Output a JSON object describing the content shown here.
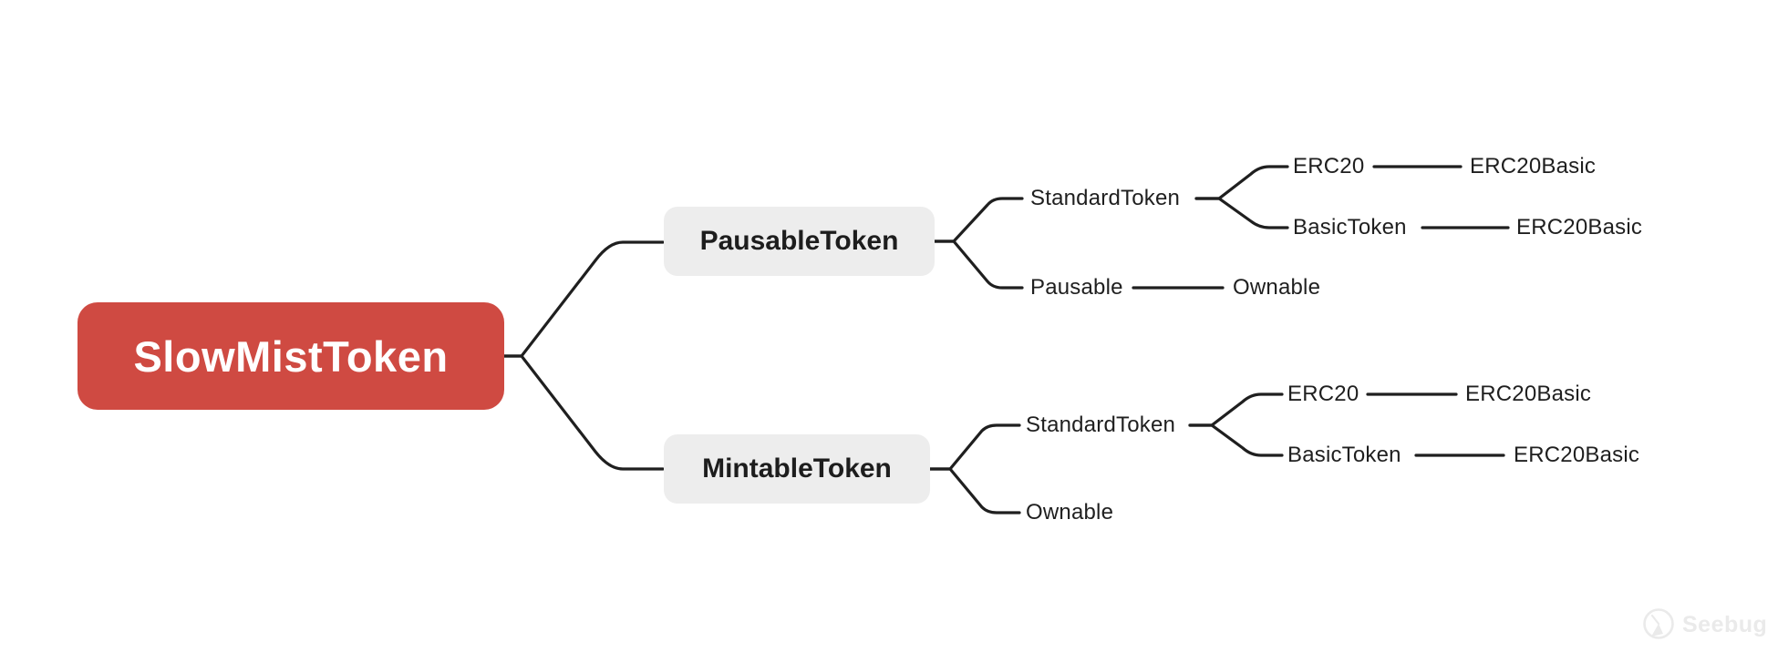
{
  "diagram": {
    "type": "mindmap",
    "root": {
      "label": "SlowMistToken"
    },
    "branches": [
      {
        "label": "PausableToken",
        "children": [
          {
            "label": "StandardToken",
            "children": [
              {
                "label": "ERC20",
                "children": [
                  {
                    "label": "ERC20Basic"
                  }
                ]
              },
              {
                "label": "BasicToken",
                "children": [
                  {
                    "label": "ERC20Basic"
                  }
                ]
              }
            ]
          },
          {
            "label": "Pausable",
            "children": [
              {
                "label": "Ownable"
              }
            ]
          }
        ]
      },
      {
        "label": "MintableToken",
        "children": [
          {
            "label": "StandardToken",
            "children": [
              {
                "label": "ERC20",
                "children": [
                  {
                    "label": "ERC20Basic"
                  }
                ]
              },
              {
                "label": "BasicToken",
                "children": [
                  {
                    "label": "ERC20Basic"
                  }
                ]
              }
            ]
          },
          {
            "label": "Ownable"
          }
        ]
      }
    ]
  },
  "watermark": {
    "label": "Seebug"
  },
  "colors": {
    "root_bg": "#cf4a42",
    "root_text": "#ffffff",
    "node_bg": "#ededed",
    "node_text": "#1d1d1d",
    "line": "#1f1f1f",
    "watermark": "#eaeaea"
  }
}
